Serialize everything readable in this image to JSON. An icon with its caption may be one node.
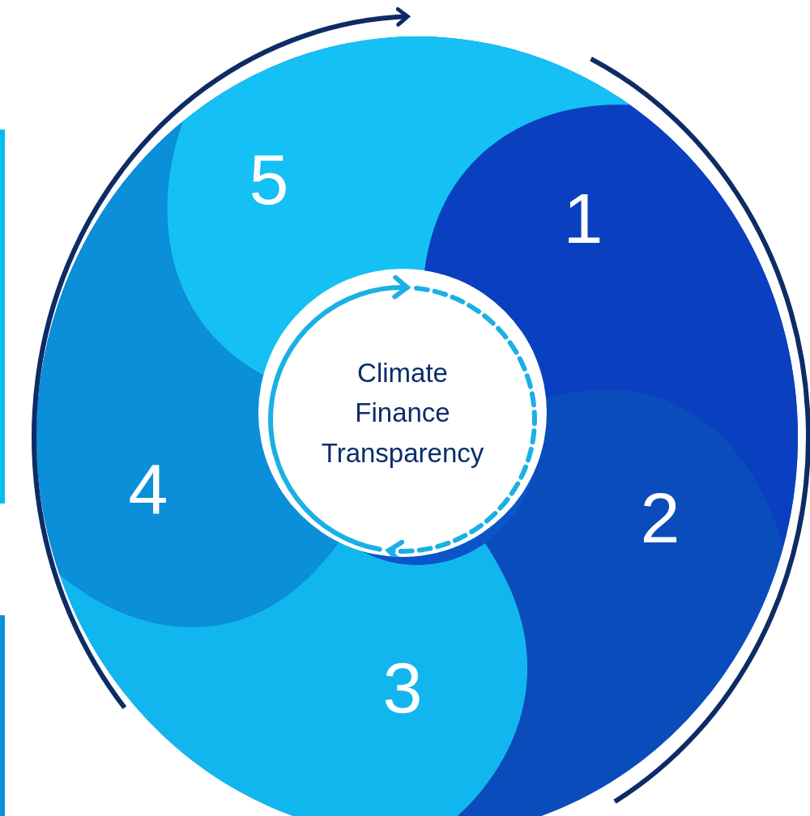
{
  "diagram": {
    "nodes": [
      {
        "text": [
          "5"
        ]
      },
      {
        "text": [
          "1"
        ]
      },
      {
        "text": [
          "Climate Finance Transparency"
        ]
      },
      {
        "text": [
          "4"
        ]
      },
      {
        "text": [
          "2"
        ]
      },
      {
        "text": [
          "3"
        ]
      }
    ]
  }
}
